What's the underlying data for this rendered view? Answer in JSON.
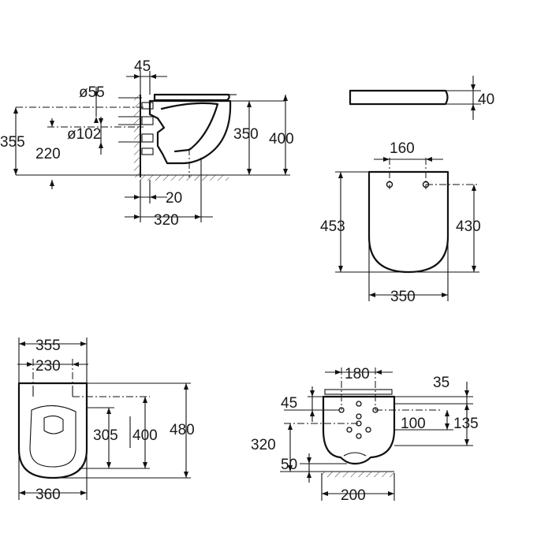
{
  "views": {
    "side": {
      "labels": {
        "d45": "45",
        "d55": "ø55",
        "d102": "ø102",
        "d355": "355",
        "d220": "220",
        "d350": "350",
        "d400": "400",
        "d20": "20",
        "d320": "320"
      }
    },
    "seat": {
      "labels": {
        "d40": "40",
        "d160": "160",
        "d453": "453",
        "d430": "430",
        "d350": "350"
      }
    },
    "top": {
      "labels": {
        "d355": "355",
        "d230": "230",
        "d305": "305",
        "d400": "400",
        "d480": "480",
        "d360": "360"
      }
    },
    "front": {
      "labels": {
        "d180": "180",
        "d35": "35",
        "d45": "45",
        "d100": "100",
        "d135": "135",
        "d320": "320",
        "d50": "50",
        "d200": "200"
      }
    }
  }
}
